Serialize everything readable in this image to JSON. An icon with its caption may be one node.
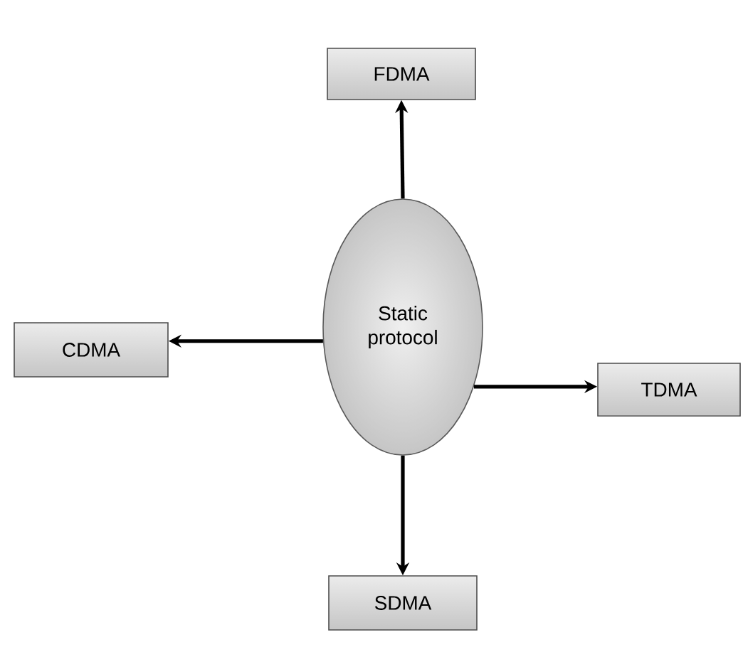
{
  "diagram": {
    "nodes": [
      {
        "text": [
          "Static protocol"
        ]
      },
      {
        "text": [
          "FDMA"
        ]
      },
      {
        "text": [
          "CDMA"
        ]
      },
      {
        "text": [
          "TDMA"
        ]
      },
      {
        "text": [
          "SDMA"
        ]
      }
    ],
    "edges": [
      {
        "from": 0,
        "to": 1,
        "arrow": "to"
      },
      {
        "from": 0,
        "to": 2,
        "arrow": "to"
      },
      {
        "from": 0,
        "to": 3,
        "arrow": "to"
      },
      {
        "from": 0,
        "to": 4,
        "arrow": "to"
      }
    ]
  }
}
